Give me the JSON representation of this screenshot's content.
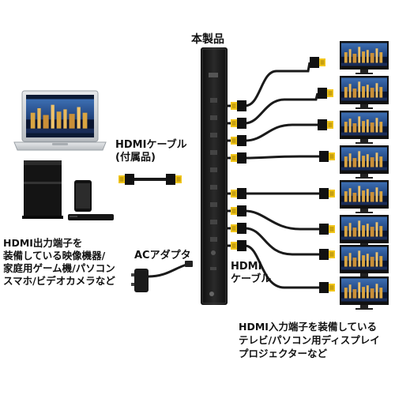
{
  "labels": {
    "product": "本製品",
    "hdmi_cable_left_line1": "HDMIケーブル",
    "hdmi_cable_left_line2": "(付属品)",
    "source_line1": "HDMI出力端子を",
    "source_line2": "装備している映像機器/",
    "source_line3": "家庭用ゲーム機/パソコン",
    "source_line4": "スマホ/ビデオカメラなど",
    "ac_adapter": "ACアダプタ",
    "hdmi_cable_right_line1": "HDMI",
    "hdmi_cable_right_line2": "ケーブル",
    "dest_line1": "HDMI入力端子を装備している",
    "dest_line2": "テレビ/パソコン用ディスプレイ",
    "dest_line3": "プロジェクターなど"
  },
  "colors": {
    "splitter_body": "#1c1c1c",
    "cable": "#1a1a1a",
    "connector_gold": "#f2c61a",
    "screen_blue": "#1e4f8c",
    "device_black": "#141414",
    "laptop_silver": "#d4d7da"
  },
  "output_count": 8
}
